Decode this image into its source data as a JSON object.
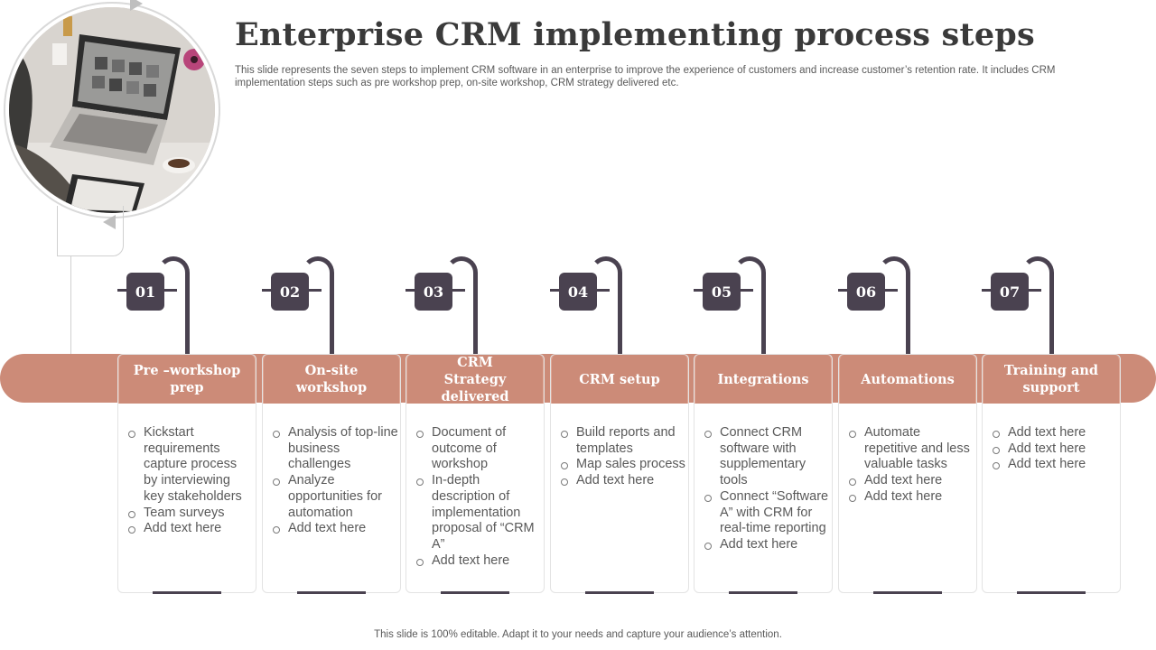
{
  "title": "Enterprise CRM implementing process steps",
  "description": "This slide represents the seven steps to implement CRM software in an enterprise to improve the experience of customers and increase customer’s retention rate. It includes CRM implementation steps such as pre workshop prep, on-site workshop, CRM strategy delivered etc.",
  "footer": "This slide is 100% editable. Adapt it to your needs and capture your audience’s attention.",
  "colors": {
    "band": "#cc8b78",
    "dark": "#4a4250",
    "text": "#595959"
  },
  "steps": [
    {
      "number": "01",
      "title_line1": "Pre –workshop",
      "title_line2": "prep",
      "items": [
        "Kickstart requirements capture process by interviewing key stakeholders",
        "Team surveys",
        "Add text here"
      ]
    },
    {
      "number": "02",
      "title_line1": "On-site",
      "title_line2": "workshop",
      "items": [
        "Analysis of top-line business challenges",
        "Analyze opportunities for automation",
        "Add text here"
      ]
    },
    {
      "number": "03",
      "title_line1": "CRM",
      "title_line2": "Strategy delivered",
      "items": [
        "Document of outcome of workshop",
        "In-depth description of implementation proposal of “CRM A”",
        "Add text here"
      ]
    },
    {
      "number": "04",
      "title_line1": "CRM setup",
      "title_line2": "",
      "items": [
        "Build reports and templates",
        "Map sales process",
        "Add text here"
      ]
    },
    {
      "number": "05",
      "title_line1": "Integrations",
      "title_line2": "",
      "items": [
        "Connect CRM software with supplementary tools",
        "Connect “Software A” with CRM for real-time reporting",
        "Add text here"
      ]
    },
    {
      "number": "06",
      "title_line1": "Automations",
      "title_line2": "",
      "items": [
        "Automate repetitive and less valuable tasks",
        "Add text here",
        "Add text here"
      ]
    },
    {
      "number": "07",
      "title_line1": "Training and",
      "title_line2": "support",
      "items": [
        "Add text here",
        "Add text here",
        "Add text here"
      ]
    }
  ]
}
